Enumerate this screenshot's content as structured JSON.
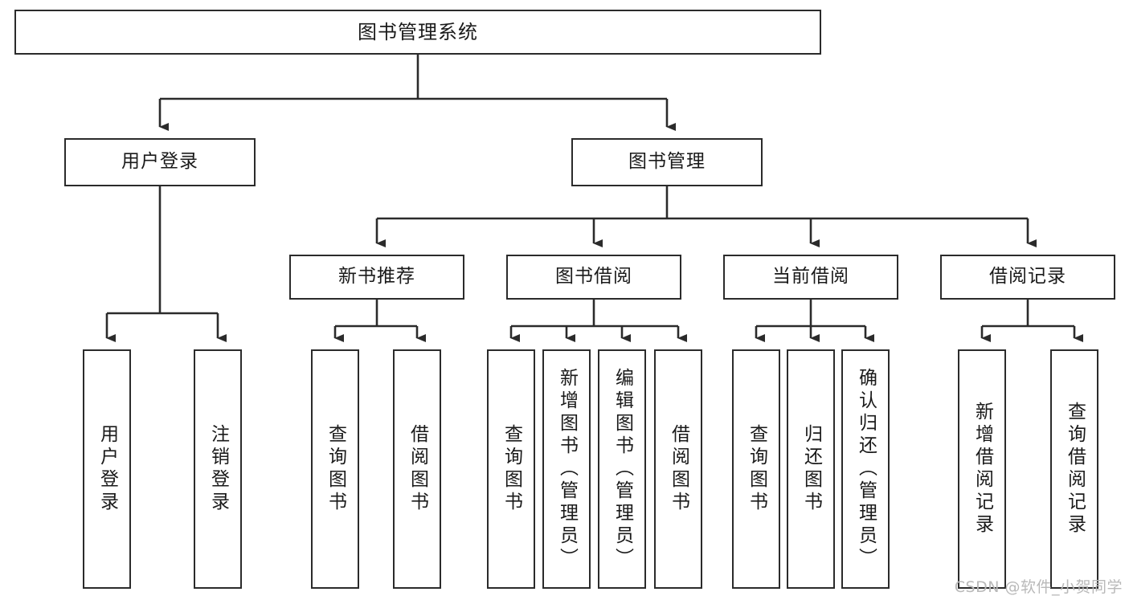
{
  "diagram": {
    "title": "图书管理系统",
    "type": "tree",
    "watermark": "CSDN @软件_小贺同学",
    "colors": {
      "box_border": "#2b2b2b",
      "box_fill": "#ffffff",
      "connector": "#2b2b2b",
      "text": "#1a1a1a",
      "watermark": "#b9b9b9"
    },
    "nodes": {
      "root": {
        "label": "图书管理系统"
      },
      "level1": [
        {
          "label": "用户登录"
        },
        {
          "label": "图书管理"
        }
      ],
      "level2": [
        {
          "label": "新书推荐"
        },
        {
          "label": "图书借阅"
        },
        {
          "label": "当前借阅"
        },
        {
          "label": "借阅记录"
        }
      ],
      "leaves": {
        "user_login": [
          {
            "label": "用户登录"
          },
          {
            "label": "注销登录"
          }
        ],
        "new_book": [
          {
            "label": "查询图书"
          },
          {
            "label": "借阅图书"
          }
        ],
        "book_borrow": [
          {
            "label": "查询图书"
          },
          {
            "label": "新增图书（管理员）"
          },
          {
            "label": "编辑图书（管理员）"
          },
          {
            "label": "借阅图书"
          }
        ],
        "current_borrow": [
          {
            "label": "查询图书"
          },
          {
            "label": "归还图书"
          },
          {
            "label": "确认归还（管理员）"
          }
        ],
        "borrow_record": [
          {
            "label": "新增借阅记录"
          },
          {
            "label": "查询借阅记录"
          }
        ]
      }
    }
  }
}
